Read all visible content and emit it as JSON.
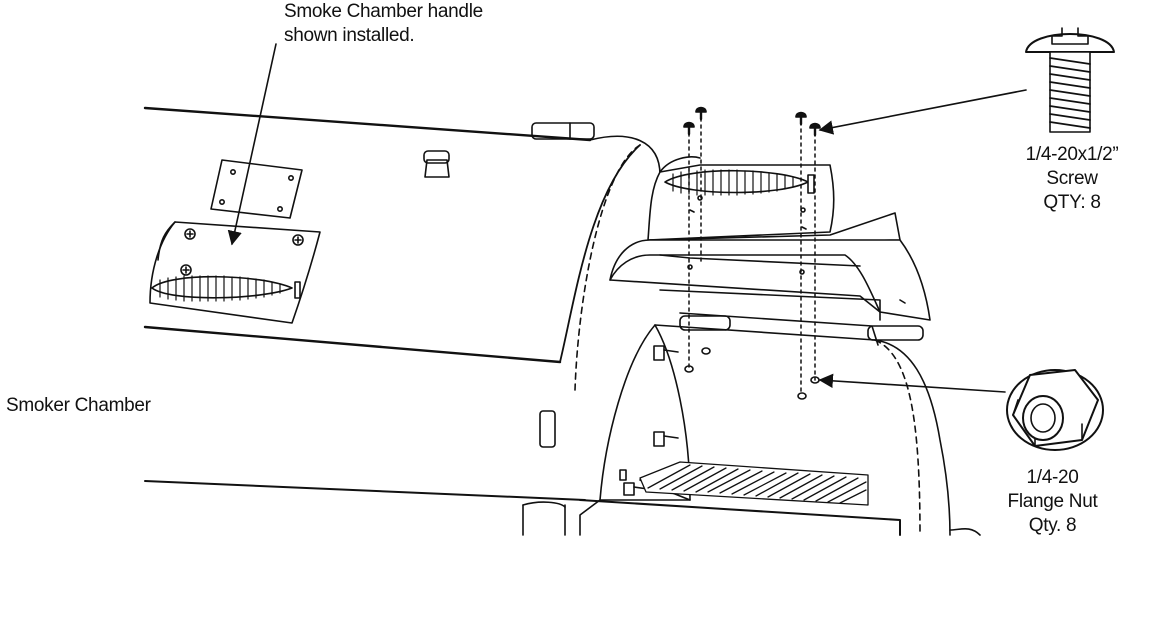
{
  "labels": {
    "handle_callout": {
      "line1": "Smoke Chamber handle",
      "line2": "shown installed."
    },
    "smoker_chamber": "Smoker Chamber",
    "screw": {
      "line1": "1/4-20x1/2”",
      "line2": "Screw",
      "line3": "QTY: 8"
    },
    "flange_nut": {
      "line1": "1/4-20",
      "line2": "Flange Nut",
      "line3": "Qty. 8"
    }
  },
  "colors": {
    "ink": "#111111",
    "paper": "#ffffff"
  }
}
